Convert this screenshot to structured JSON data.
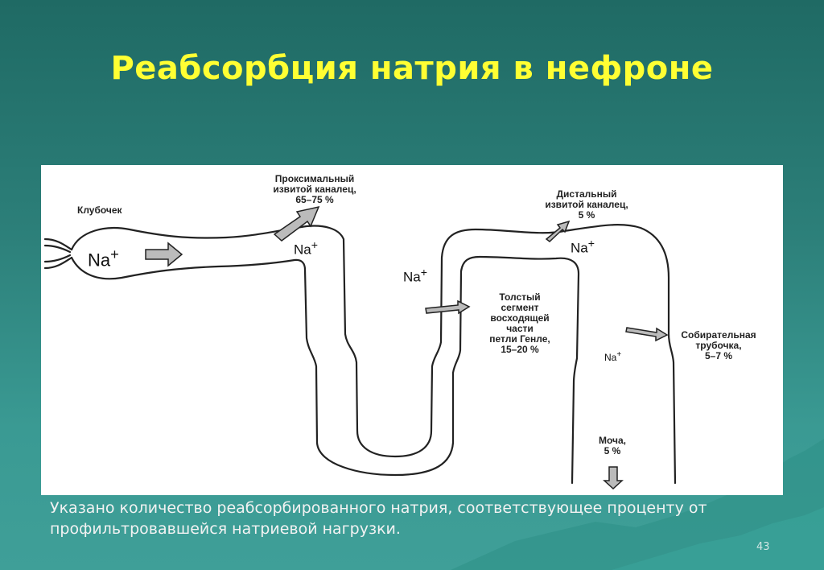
{
  "title": "Реабсорбция натрия в нефроне",
  "diagram": {
    "glomerulus_label": "Клубочек",
    "proximal_label": [
      "Проксимальный",
      "извитой каналец,",
      "65–75 %"
    ],
    "distal_label": [
      "Дистальный",
      "извитой каналец,",
      "5 %"
    ],
    "thick_segment_label": [
      "Толстый",
      "сегмент",
      "восходящей",
      "части",
      "петли Генле,",
      "15–20 %"
    ],
    "collecting_label": [
      "Собирательная",
      "трубочка,",
      "5–7 %"
    ],
    "urine_label": [
      "Моча,",
      "5 %"
    ],
    "na_ion": "Na",
    "na_charge": "+"
  },
  "footnote": "Указано количество реабсорбированного натрия, соответствующее проценту от профильтровавшейся натриевой нагрузки.",
  "page_number": "43",
  "colors": {
    "title": "#ffff33",
    "background": "#2c7f79",
    "panel": "#ffffff"
  }
}
